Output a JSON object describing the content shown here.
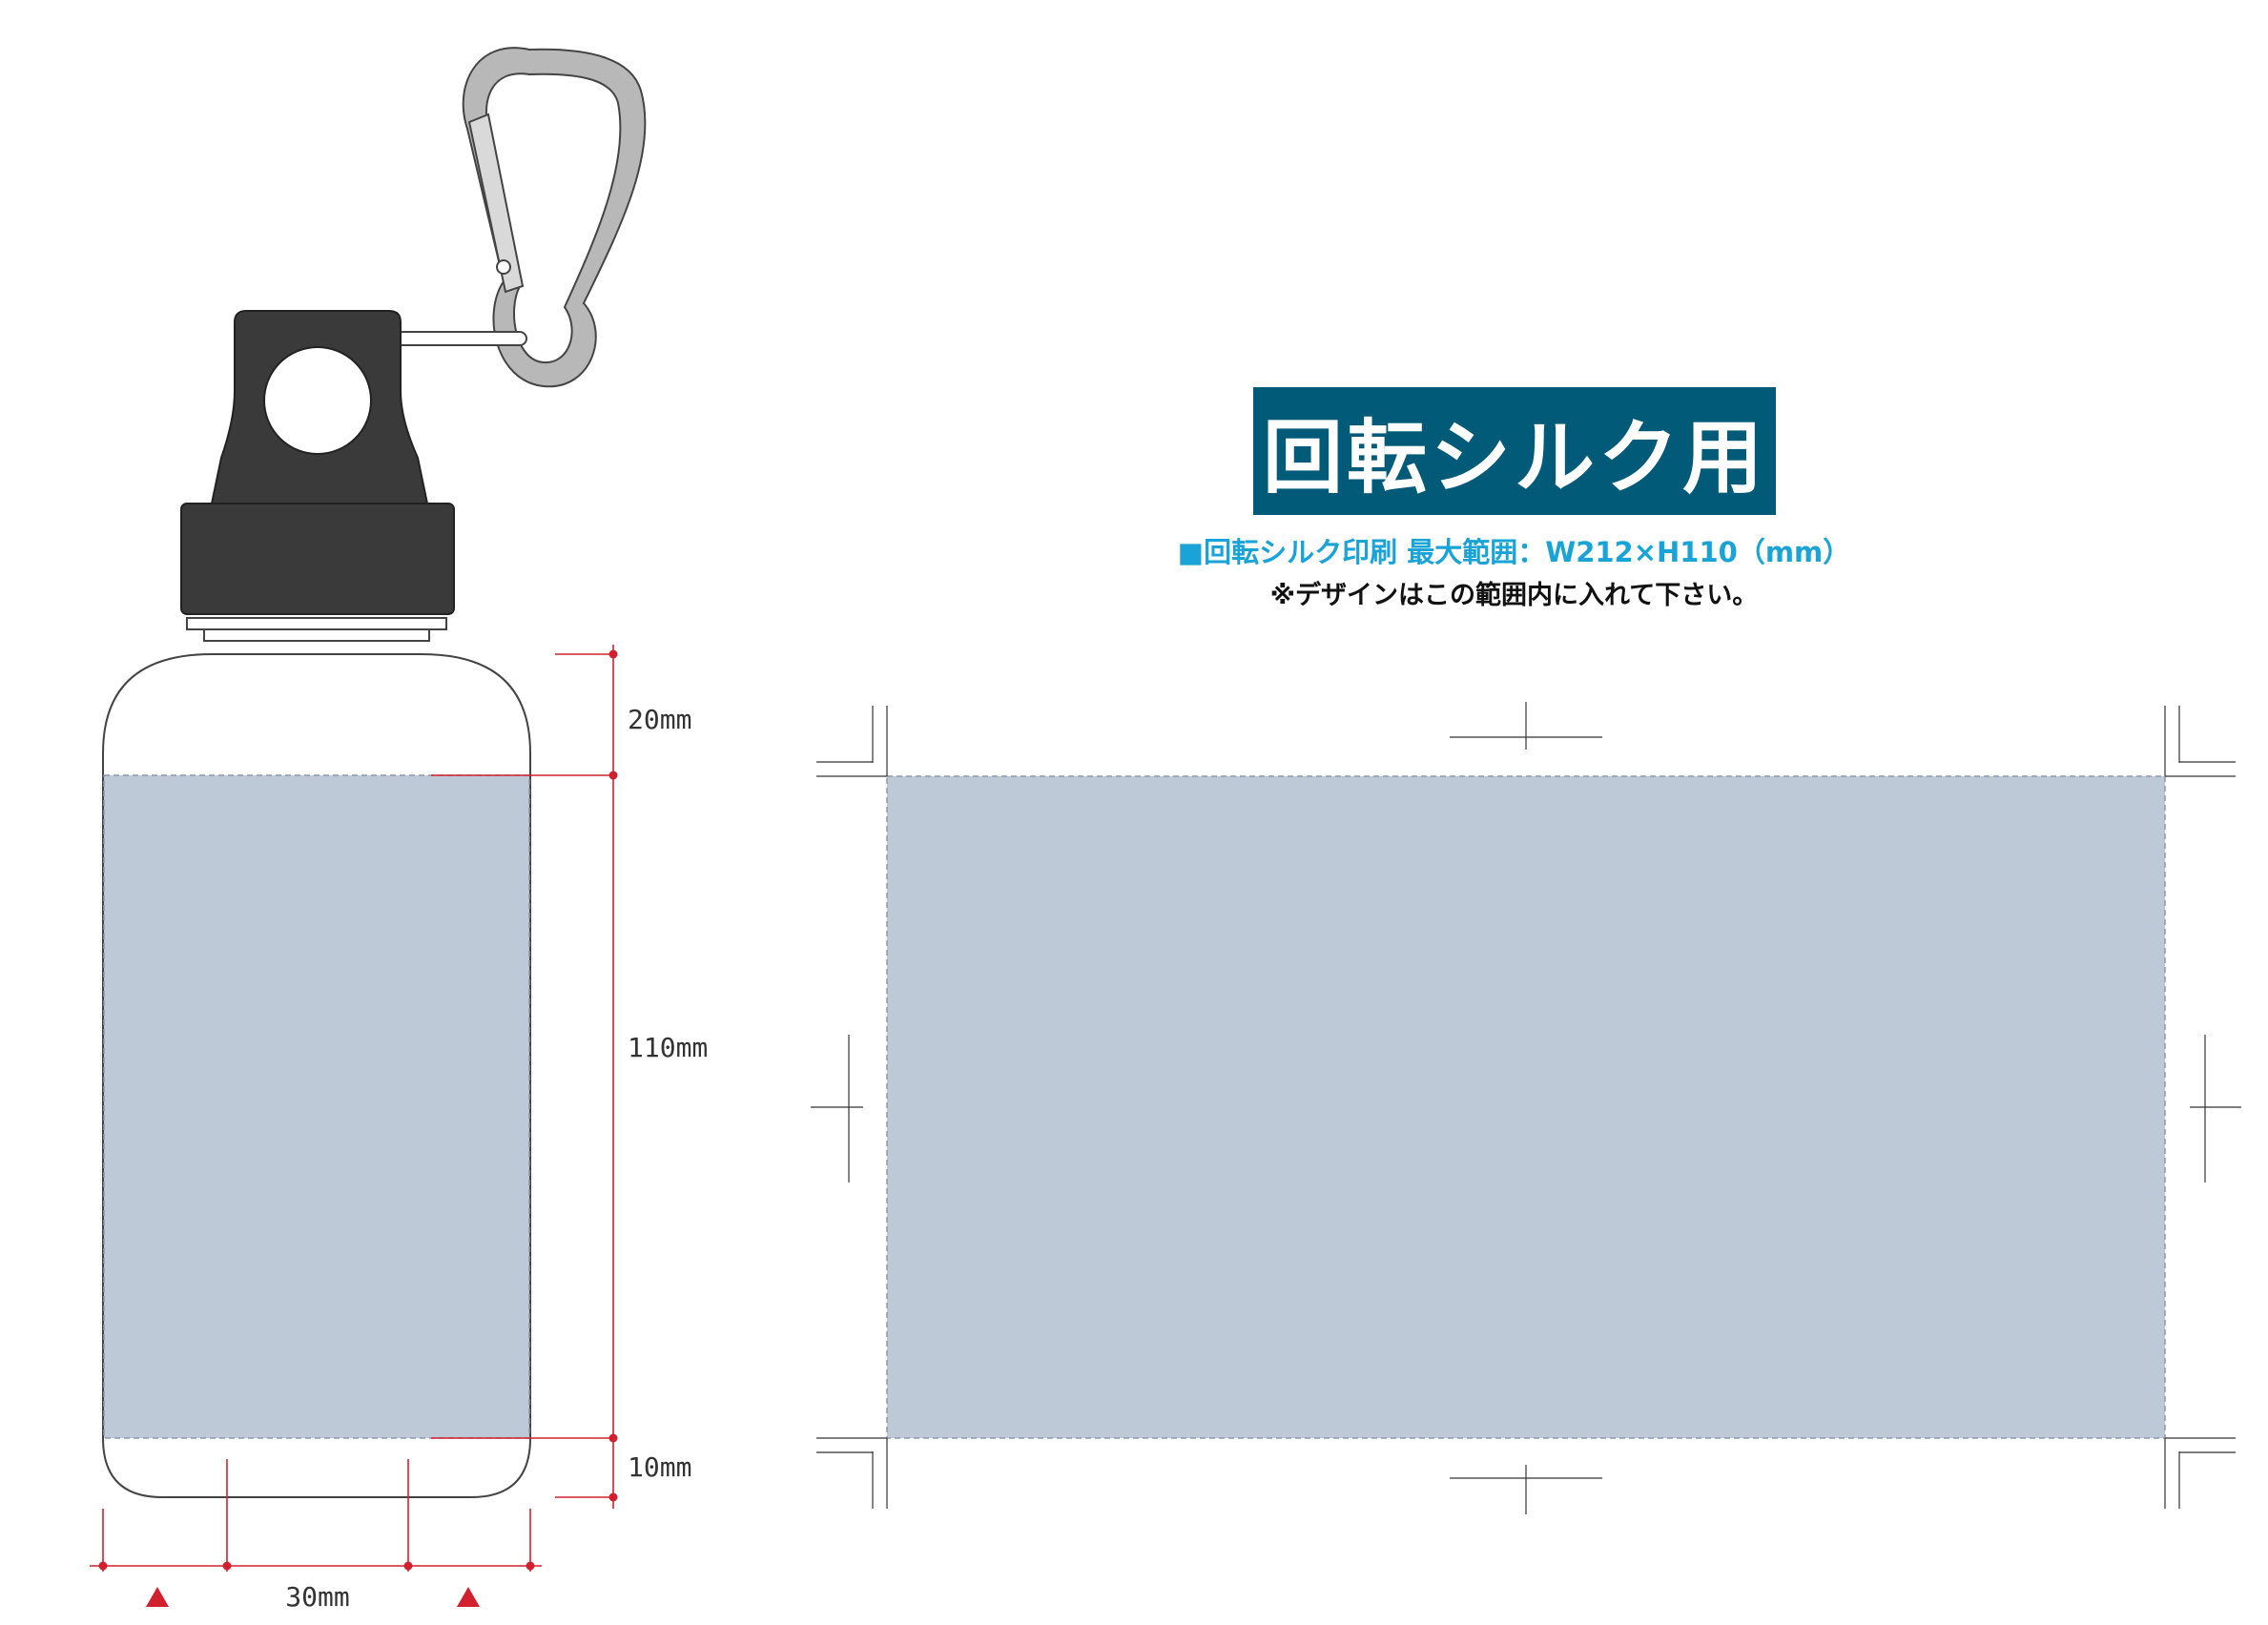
{
  "header": {
    "title": "回転シルク用",
    "spec": "■回転シルク印刷 最大範囲：W212×H110（mm）",
    "note": "※デザインはこの範囲内に入れて下さい。"
  },
  "dimensions": {
    "top": "20mm",
    "middle": "110mm",
    "bottom": "10mm",
    "width": "30mm"
  },
  "colors": {
    "header_bg": "#005a78",
    "spec_text": "#1aa3d6",
    "print_area": "#bec9d8",
    "dimension_line": "#d2202e",
    "cap": "#3a3a3a",
    "carabiner": "#b5b5b5"
  }
}
